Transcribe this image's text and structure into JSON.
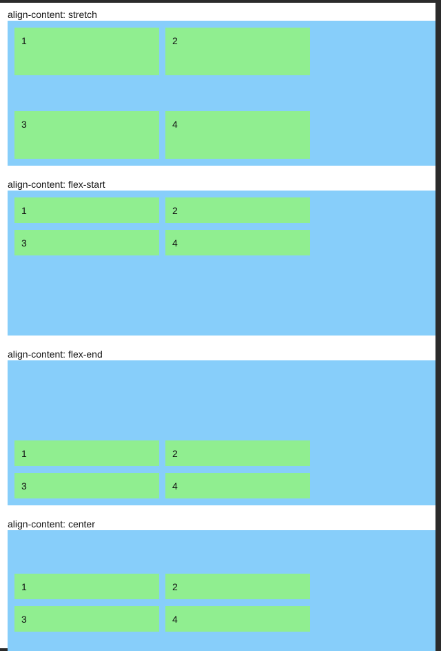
{
  "sections": [
    {
      "label": "align-content: stretch",
      "items": [
        "1",
        "2",
        "3",
        "4"
      ]
    },
    {
      "label": "align-content: flex-start",
      "items": [
        "1",
        "2",
        "3",
        "4"
      ]
    },
    {
      "label": "align-content: flex-end",
      "items": [
        "1",
        "2",
        "3",
        "4"
      ]
    },
    {
      "label": "align-content: center",
      "items": [
        "1",
        "2",
        "3",
        "4"
      ]
    }
  ],
  "colors": {
    "container": "#87cefa",
    "item": "#90ee90",
    "page": "#ffffff"
  }
}
